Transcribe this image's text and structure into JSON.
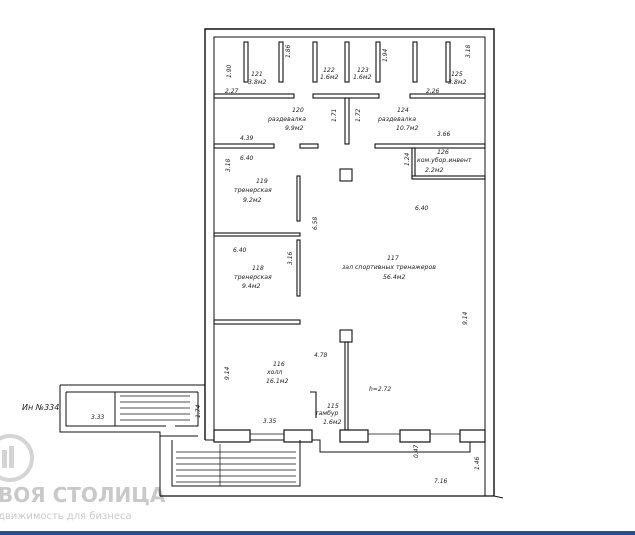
{
  "plan": {
    "rooms": [
      {
        "num": "121",
        "area": "3.8м2"
      },
      {
        "num": "122",
        "area": "1.6м2"
      },
      {
        "num": "123",
        "area": "1.6м2"
      },
      {
        "num": "125",
        "area": "3.8м2"
      },
      {
        "num": "120",
        "name": "раздевалка",
        "area": "9.9м2"
      },
      {
        "num": "124",
        "name": "раздевалка",
        "area": "10.7м2"
      },
      {
        "num": "126",
        "name": "ком.убор.инвент",
        "area": "2.2м2"
      },
      {
        "num": "119",
        "name": "тренерская",
        "area": "9.2м2"
      },
      {
        "num": "118",
        "name": "тренерская",
        "area": "9.4м2"
      },
      {
        "num": "117",
        "name": "зал спортивных тренажеров",
        "area": "56.4м2"
      },
      {
        "num": "116",
        "name": "холл",
        "area": "16.1м2"
      },
      {
        "num": "115",
        "name": "тамбур",
        "area": "1.6м2"
      }
    ],
    "dimensions": {
      "d_190": "1.90",
      "d_186": "1.86",
      "d_194": "1.94",
      "d_318_top": "3.18",
      "d_227": "2.27",
      "d_226": "2.26",
      "d_171": "1.71",
      "d_172": "1.72",
      "d_439": "4.39",
      "d_366": "3.66",
      "d_640_a": "6.40",
      "d_318_b": "3.18",
      "d_124": "1.24",
      "d_658": "6.58",
      "d_640_b": "6.40",
      "d_640_c": "6.40",
      "d_316": "3.16",
      "d_914_r": "9.14",
      "d_478": "4.78",
      "d_914_l": "9.14",
      "d_h": "h=2.72",
      "d_335": "3.35",
      "d_047": "0.47",
      "d_146": "1.46",
      "d_716": "7.16",
      "d_333": "3.33",
      "d_174": "1.74"
    },
    "reference": "Ин №334"
  },
  "watermark": {
    "title": "ВОЯ СТОЛИЦА",
    "subtitle": "движимость для бизнеса"
  }
}
